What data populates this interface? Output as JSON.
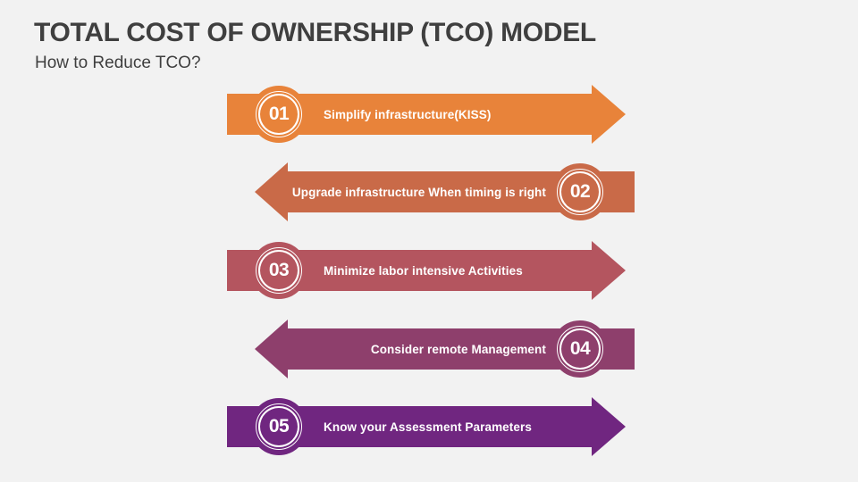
{
  "slide": {
    "background_color": "#f2f2f2",
    "title": "TOTAL COST OF OWNERSHIP (TCO) MODEL",
    "subtitle": "How to Reduce TCO?",
    "title_color": "#3f3f3f"
  },
  "steps": [
    {
      "number": "01",
      "label": "Simplify infrastructure(KISS)",
      "direction": "right",
      "color": "#e8833a",
      "badge_side": "left"
    },
    {
      "number": "02",
      "label": "Upgrade infrastructure When timing is right",
      "direction": "left",
      "color": "#c96a48",
      "badge_side": "right"
    },
    {
      "number": "03",
      "label": "Minimize labor intensive Activities",
      "direction": "right",
      "color": "#b4555f",
      "badge_side": "left"
    },
    {
      "number": "04",
      "label": "Consider remote Management",
      "direction": "left",
      "color": "#8e3f6c",
      "badge_side": "right"
    },
    {
      "number": "05",
      "label": "Know your Assessment Parameters",
      "direction": "right",
      "color": "#702680",
      "badge_side": "left"
    }
  ]
}
